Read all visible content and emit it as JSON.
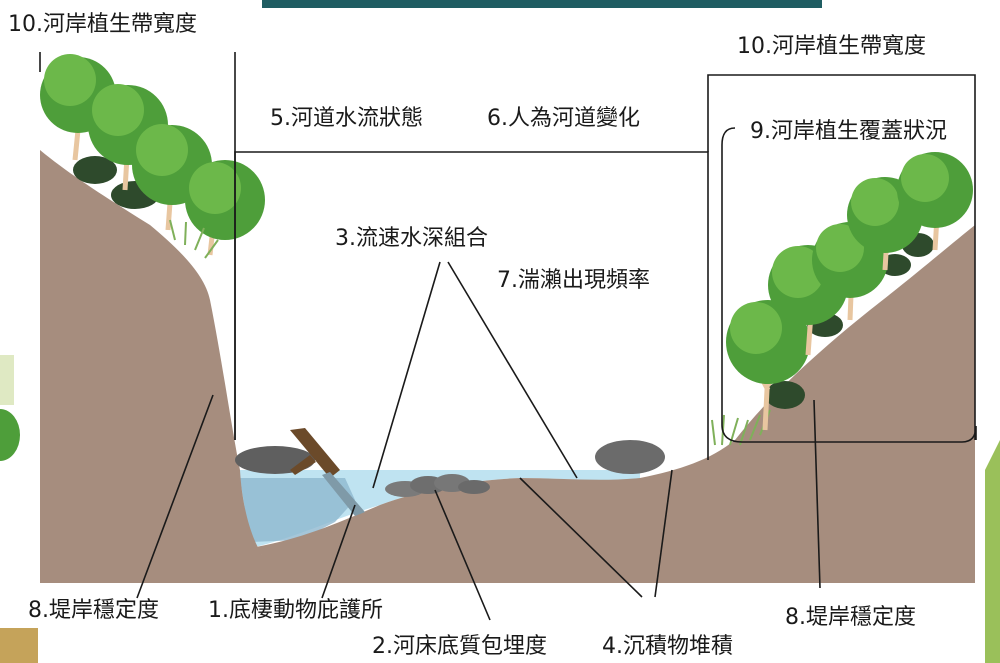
{
  "labels": {
    "riparian_width_left": "10.河岸植生帶寬度",
    "riparian_width_right": "10.河岸植生帶寬度",
    "flow_status": "5.河道水流狀態",
    "channel_alteration": "6.人為河道變化",
    "riparian_cover": "9.河岸植生覆蓋狀況",
    "velocity_depth": "3.流速水深組合",
    "riffle_frequency": "7.湍瀨出現頻率",
    "bank_stability_left": "8.堤岸穩定度",
    "benthic_shelter": "1.底棲動物庇護所",
    "embeddedness": "2.河床底質包埋度",
    "sediment_deposition": "4.沉積物堆積",
    "bank_stability_right": "8.堤岸穩定度"
  },
  "colors": {
    "bank": "#a68d7e",
    "water": "#bfe3f1",
    "water_deep": "#8fb8cf",
    "tree_canopy": "#4e9e3a",
    "tree_canopy_light": "#6cb84a",
    "shrub": "#2e4a2c",
    "trunk": "#e8c6a0",
    "rock": "#6b6b6b",
    "log": "#6b4a2a",
    "grass": "#7fb05a",
    "line": "#1a1a1a"
  }
}
